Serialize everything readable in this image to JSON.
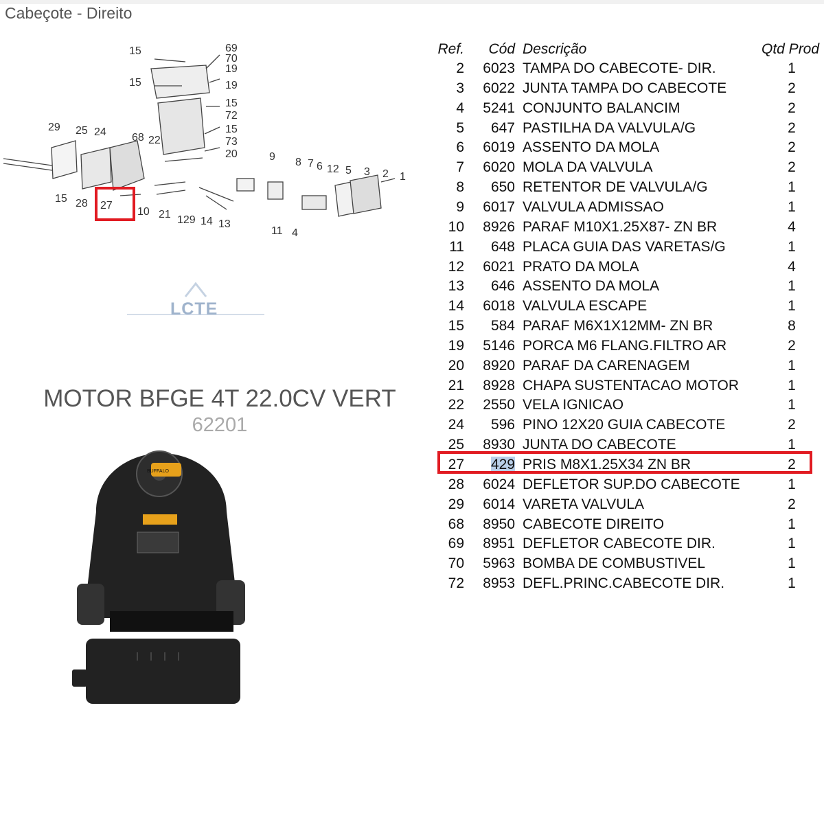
{
  "header": "Cabeçote - Direito",
  "watermark": "LCTE",
  "product": {
    "title": "MOTOR BFGE 4T 22.0CV VERT",
    "code": "62201",
    "brand_label": "BUFFALO"
  },
  "diagram_labels": {
    "l15a": "15",
    "l69": "69",
    "l70": "70",
    "l19a": "19",
    "l15b": "15",
    "l19b": "19",
    "l15c": "15",
    "l72": "72",
    "l15d": "15",
    "l73": "73",
    "l20": "20",
    "l29": "29",
    "l25": "25",
    "l24": "24",
    "l68": "68",
    "l22": "22",
    "l9": "9",
    "l8": "8",
    "l7": "7",
    "l6": "6",
    "l12": "12",
    "l5": "5",
    "l3": "3",
    "l2": "2",
    "l1": "1",
    "l15e": "15",
    "l28": "28",
    "l27": "27",
    "l10": "10",
    "l21": "21",
    "l129": "129",
    "l14": "14",
    "l13": "13",
    "l11": "11",
    "l4": "4"
  },
  "table": {
    "headers": {
      "ref": "Ref.",
      "cod": "Cód",
      "desc": "Descrição",
      "qty": "Qtd Prod"
    },
    "highlighted_ref": "27",
    "rows": [
      {
        "ref": "2",
        "cod": "6023",
        "desc": "TAMPA DO CABECOTE- DIR.",
        "qty": "1"
      },
      {
        "ref": "3",
        "cod": "6022",
        "desc": "JUNTA TAMPA DO CABECOTE",
        "qty": "2"
      },
      {
        "ref": "4",
        "cod": "5241",
        "desc": "CONJUNTO BALANCIM",
        "qty": "2"
      },
      {
        "ref": "5",
        "cod": "647",
        "desc": "PASTILHA DA VALVULA/G",
        "qty": "2"
      },
      {
        "ref": "6",
        "cod": "6019",
        "desc": "ASSENTO DA MOLA",
        "qty": "2"
      },
      {
        "ref": "7",
        "cod": "6020",
        "desc": "MOLA DA VALVULA",
        "qty": "2"
      },
      {
        "ref": "8",
        "cod": "650",
        "desc": "RETENTOR DE VALVULA/G",
        "qty": "1"
      },
      {
        "ref": "9",
        "cod": "6017",
        "desc": "VALVULA ADMISSAO",
        "qty": "1"
      },
      {
        "ref": "10",
        "cod": "8926",
        "desc": "PARAF M10X1.25X87-  ZN BR",
        "qty": "4"
      },
      {
        "ref": "11",
        "cod": "648",
        "desc": "PLACA GUIA DAS VARETAS/G",
        "qty": "1"
      },
      {
        "ref": "12",
        "cod": "6021",
        "desc": "PRATO DA MOLA",
        "qty": "4"
      },
      {
        "ref": "13",
        "cod": "646",
        "desc": "ASSENTO DA MOLA",
        "qty": "1"
      },
      {
        "ref": "14",
        "cod": "6018",
        "desc": "VALVULA ESCAPE",
        "qty": "1"
      },
      {
        "ref": "15",
        "cod": "584",
        "desc": "PARAF M6X1X12MM- ZN BR",
        "qty": "8"
      },
      {
        "ref": "19",
        "cod": "5146",
        "desc": "PORCA M6 FLANG.FILTRO AR",
        "qty": "2"
      },
      {
        "ref": "20",
        "cod": "8920",
        "desc": "PARAF DA CARENAGEM",
        "qty": "1"
      },
      {
        "ref": "21",
        "cod": "8928",
        "desc": "CHAPA SUSTENTACAO MOTOR",
        "qty": "1"
      },
      {
        "ref": "22",
        "cod": "2550",
        "desc": "VELA IGNICAO",
        "qty": "1"
      },
      {
        "ref": "24",
        "cod": "596",
        "desc": "PINO 12X20 GUIA CABECOTE",
        "qty": "2"
      },
      {
        "ref": "25",
        "cod": "8930",
        "desc": "JUNTA DO CABECOTE",
        "qty": "1"
      },
      {
        "ref": "27",
        "cod": "429",
        "desc": "PRIS M8X1.25X34 ZN BR",
        "qty": "2"
      },
      {
        "ref": "28",
        "cod": "6024",
        "desc": "DEFLETOR SUP.DO CABECOTE",
        "qty": "1"
      },
      {
        "ref": "29",
        "cod": "6014",
        "desc": "VARETA VALVULA",
        "qty": "2"
      },
      {
        "ref": "68",
        "cod": "8950",
        "desc": "CABECOTE DIREITO",
        "qty": "1"
      },
      {
        "ref": "69",
        "cod": "8951",
        "desc": "DEFLETOR CABECOTE DIR.",
        "qty": "1"
      },
      {
        "ref": "70",
        "cod": "5963",
        "desc": "BOMBA DE COMBUSTIVEL",
        "qty": "1"
      },
      {
        "ref": "72",
        "cod": "8953",
        "desc": "DEFL.PRINC.CABECOTE DIR.",
        "qty": "1"
      }
    ]
  }
}
